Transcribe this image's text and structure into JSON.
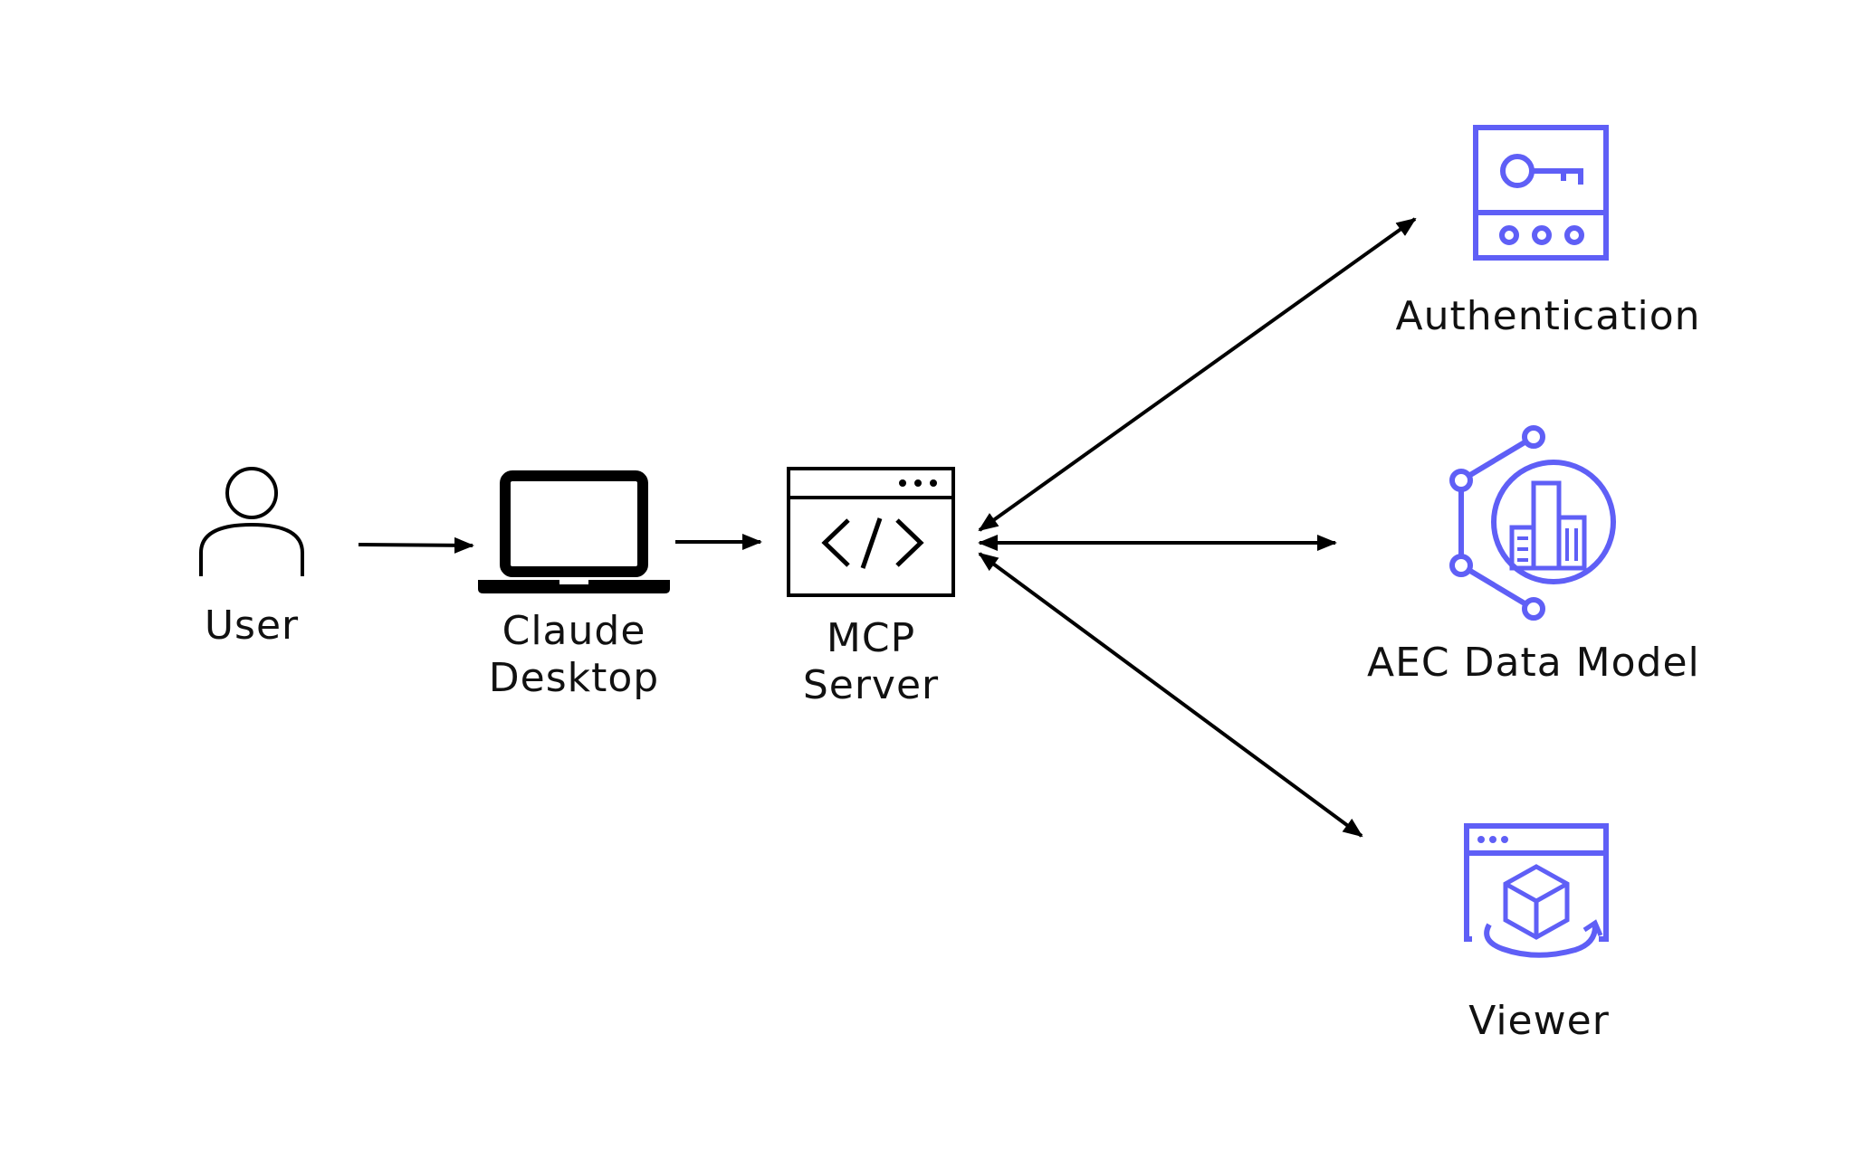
{
  "nodes": {
    "user": {
      "label": "User"
    },
    "claude_desktop": {
      "label_line1": "Claude",
      "label_line2": "Desktop"
    },
    "mcp_server": {
      "label_line1": "MCP",
      "label_line2": "Server"
    },
    "authentication": {
      "label": "Authentication"
    },
    "aec_data_model": {
      "label": "AEC Data Model"
    },
    "viewer": {
      "label": "Viewer"
    }
  },
  "colors": {
    "line": "#000000",
    "service_icon": "#5F5FF6"
  },
  "icons": {
    "user": "person-icon",
    "claude_desktop": "laptop-icon",
    "mcp_server": "code-window-icon",
    "authentication": "key-panel-icon",
    "aec_data_model": "building-network-icon",
    "viewer": "3d-cube-viewer-icon"
  }
}
